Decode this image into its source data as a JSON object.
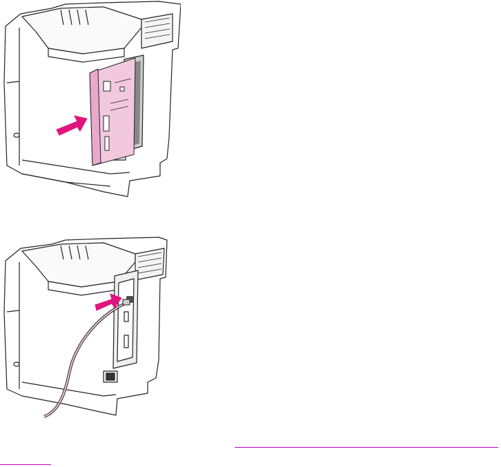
{
  "colors": {
    "outline": "#222222",
    "accent": "#e0157d",
    "board_fill": "#f2c8df",
    "link_rule": "#c000c0"
  },
  "figures": [
    {
      "name": "install-formatter-board",
      "icon": "printer-rear-illustration"
    },
    {
      "name": "connect-cable",
      "icon": "printer-rear-illustration"
    }
  ],
  "link": {
    "kind": "underlined-hyperlink",
    "continues_to_next_line": true
  }
}
